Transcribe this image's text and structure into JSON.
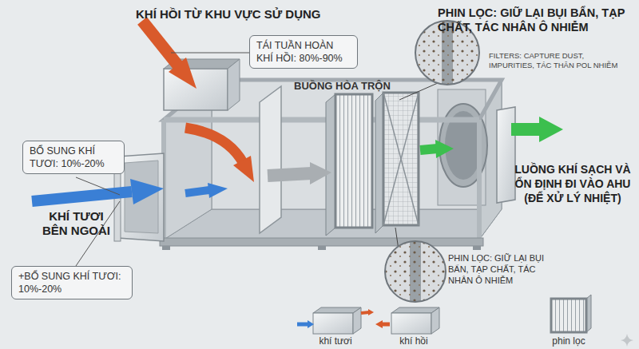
{
  "diagram": {
    "nodes": [
      {
        "text": [
          "TÁI TUẦN HOÀN KHÍ HỒI: 80%-90%"
        ]
      },
      {
        "text": [
          "BỔ SUNG KHÍ TƯƠI: 10%-20%"
        ]
      },
      {
        "text": [
          "+BỔ SUNG KHÍ TƯƠI: 10%-20%"
        ]
      }
    ],
    "labels": [
      "KHÍ HỒI TỪ KHU VỰC SỬ DỤNG",
      "BUỒNG HÒA TRỘN",
      "PHIN LỌC: GIỮ LẠI BỤI BẨN, TẠP CHẤT, TÁC NHÂN Ô NHIỄM",
      "FILTERS: CAPTURE DUST, IMPURITIES, TÁC THÂN POL NHIỄM",
      "KHÍ TƯƠI BÊN NGOÀI",
      "LUỒNG KHÍ SẠCH VÀ ỔN ĐỊNH ĐI VÀO AHU (ĐỂ XỬ LÝ NHIỆT)",
      "PHIN LỌC: GIỮ LẠI BỤI BẨN, TẠP CHẤT, TÁC NHÂN Ô NHIỄM"
    ],
    "legend": [
      {
        "text": "khí tươi"
      },
      {
        "text": "khí hồi"
      },
      {
        "text": "phin lọc"
      }
    ]
  }
}
